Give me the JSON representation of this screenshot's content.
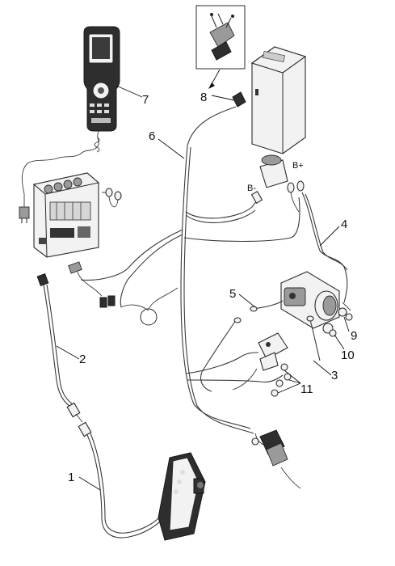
{
  "callouts": {
    "c1": "1",
    "c2": "2",
    "c3": "3",
    "c4": "4",
    "c5": "5",
    "c6": "6",
    "c7": "7",
    "c8": "8",
    "c9": "9",
    "c10": "10",
    "c11": "11"
  },
  "terminals": {
    "b_minus": "B-",
    "b_plus": "B+"
  }
}
